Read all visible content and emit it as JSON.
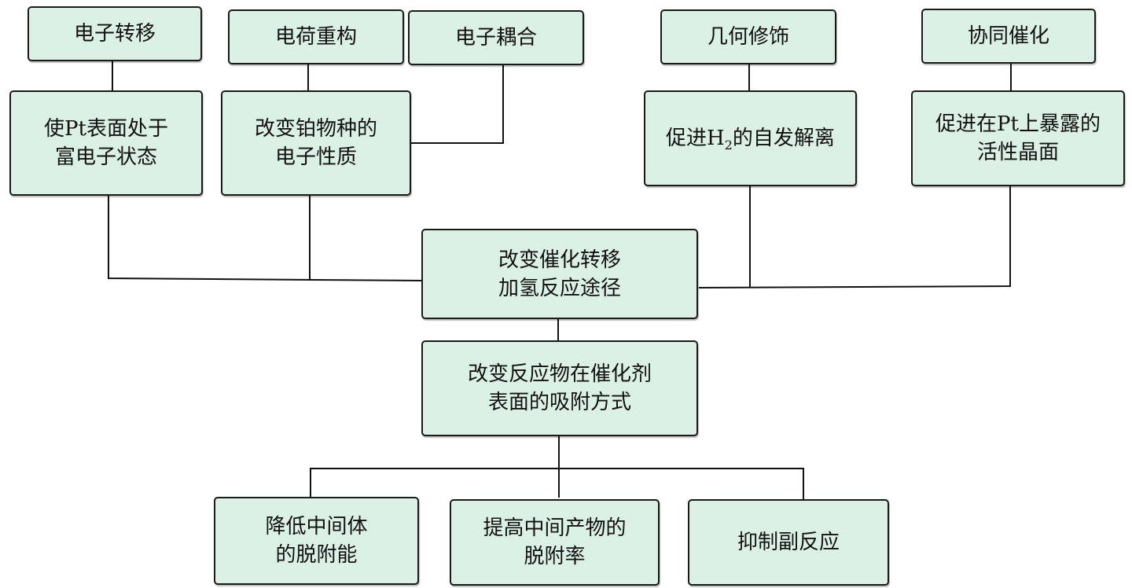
{
  "nodes": {
    "electron_transfer": "电子转移",
    "charge_reconstruction": "电荷重构",
    "electronic_coupling": "电子耦合",
    "geometric_modification": "几何修饰",
    "synergistic_catalysis": "协同催化",
    "pt_electron_rich": "使Pt表面处于\n富电子状态",
    "pt_species_properties": "改变铂物种的\n电子性质",
    "h2_dissociation_pre": "促进H",
    "h2_dissociation_sub": "2",
    "h2_dissociation_post": "的自发解离",
    "pt_active_facets": "促进在Pt上暴露的\n活性晶面",
    "pathway_change": "改变催化转移\n加氢反应途径",
    "adsorption_mode": "改变反应物在催化剂\n表面的吸附方式",
    "lower_desorption_energy": "降低中间体\n的脱附能",
    "raise_desorption_rate": "提高中间产物的\n脱附率",
    "suppress_side_reactions": "抑制副反应"
  },
  "colors": {
    "box_fill": "#dbf1e6",
    "line": "#111111"
  }
}
